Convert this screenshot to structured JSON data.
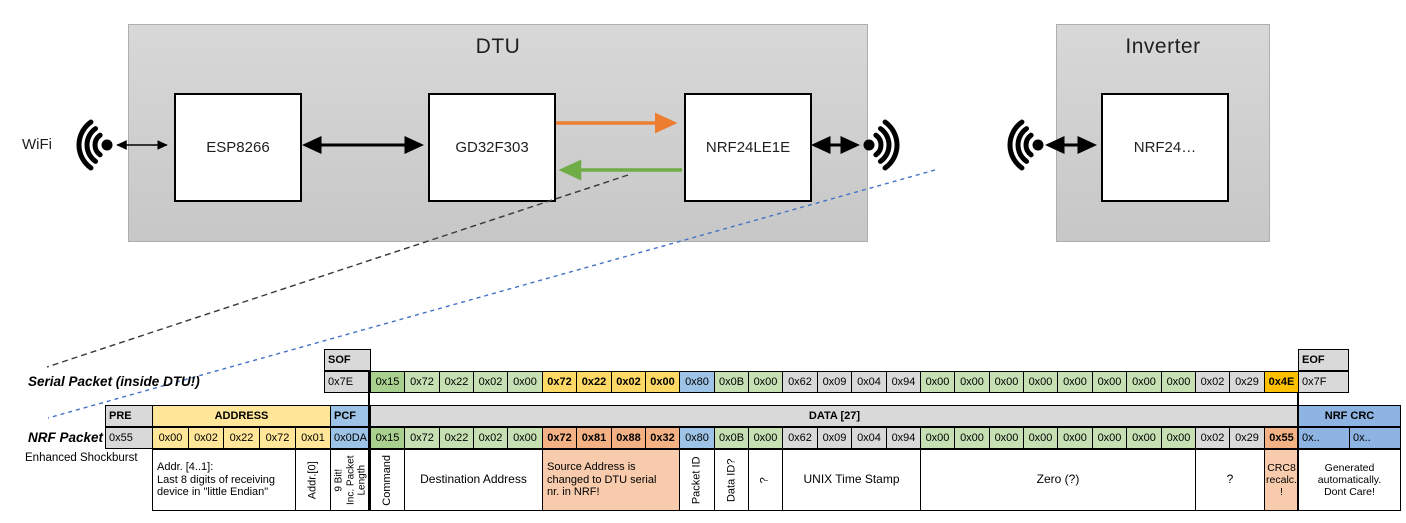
{
  "colors": {
    "green_dark": "#A9D08E",
    "green_light": "#C6E0B4",
    "yellow_bold": "#FFD966",
    "yellow_header": "#FFE699",
    "blue_cell": "#9DC3E6",
    "blue_crc": "#8DB4E2",
    "gray_cell": "#D9D9D9",
    "orange_bold": "#F4B183",
    "salmon_note": "#F8CBAD",
    "gold_bold": "#FFC000",
    "arrow_black": "#000000",
    "arrow_orange": "#ED7D31",
    "arrow_green": "#70AD47",
    "dashed_black": "#383838",
    "dashed_blue": "#4472C4"
  },
  "diagram": {
    "wifi_label": "WiFi",
    "dtu": {
      "title": "DTU",
      "components": [
        "ESP8266",
        "GD32F303",
        "NRF24LE1E"
      ]
    },
    "inverter": {
      "title": "Inverter",
      "components": [
        "NRF24…"
      ]
    }
  },
  "serial_packet": {
    "label": "Serial Packet (inside DTU!)",
    "sof_header": "SOF",
    "sof_value": "0x7E",
    "eof_header": "EOF",
    "eof_value": "0x7F",
    "bytes": [
      {
        "v": "0x15",
        "c": "green_dark"
      },
      {
        "v": "0x72",
        "c": "green_light"
      },
      {
        "v": "0x22",
        "c": "green_light"
      },
      {
        "v": "0x02",
        "c": "green_light"
      },
      {
        "v": "0x00",
        "c": "green_light"
      },
      {
        "v": "0x72",
        "c": "yellow_bold",
        "b": true
      },
      {
        "v": "0x22",
        "c": "yellow_bold",
        "b": true
      },
      {
        "v": "0x02",
        "c": "yellow_bold",
        "b": true
      },
      {
        "v": "0x00",
        "c": "yellow_bold",
        "b": true
      },
      {
        "v": "0x80",
        "c": "blue_cell"
      },
      {
        "v": "0x0B",
        "c": "green_light"
      },
      {
        "v": "0x00",
        "c": "green_light"
      },
      {
        "v": "0x62",
        "c": "gray_cell"
      },
      {
        "v": "0x09",
        "c": "gray_cell"
      },
      {
        "v": "0x04",
        "c": "gray_cell"
      },
      {
        "v": "0x94",
        "c": "gray_cell"
      },
      {
        "v": "0x00",
        "c": "green_light"
      },
      {
        "v": "0x00",
        "c": "green_light"
      },
      {
        "v": "0x00",
        "c": "green_light"
      },
      {
        "v": "0x00",
        "c": "green_light"
      },
      {
        "v": "0x00",
        "c": "green_light"
      },
      {
        "v": "0x00",
        "c": "green_light"
      },
      {
        "v": "0x00",
        "c": "green_light"
      },
      {
        "v": "0x00",
        "c": "green_light"
      },
      {
        "v": "0x02",
        "c": "gray_cell"
      },
      {
        "v": "0x29",
        "c": "gray_cell"
      },
      {
        "v": "0x4E",
        "c": "gold_bold",
        "b": true
      }
    ]
  },
  "nrf_packet": {
    "label": "NRF Packet",
    "sublabel": "Enhanced Shockburst",
    "pre_header": "PRE",
    "pre_value": "0x55",
    "address_header": "ADDRESS",
    "address_values": [
      "0x00",
      "0x02",
      "0x22",
      "0x72",
      "0x01"
    ],
    "pcf_header": "PCF",
    "pcf_value": "0x0DA",
    "data_header": "DATA [27]",
    "crc_header": "NRF CRC",
    "crc_values": [
      "0x..",
      "0x.."
    ],
    "bytes": [
      {
        "v": "0x15",
        "c": "green_dark"
      },
      {
        "v": "0x72",
        "c": "green_light"
      },
      {
        "v": "0x22",
        "c": "green_light"
      },
      {
        "v": "0x02",
        "c": "green_light"
      },
      {
        "v": "0x00",
        "c": "green_light"
      },
      {
        "v": "0x72",
        "c": "orange_bold",
        "b": true
      },
      {
        "v": "0x81",
        "c": "orange_bold",
        "b": true
      },
      {
        "v": "0x88",
        "c": "orange_bold",
        "b": true
      },
      {
        "v": "0x32",
        "c": "orange_bold",
        "b": true
      },
      {
        "v": "0x80",
        "c": "blue_cell"
      },
      {
        "v": "0x0B",
        "c": "green_light"
      },
      {
        "v": "0x00",
        "c": "green_light"
      },
      {
        "v": "0x62",
        "c": "gray_cell"
      },
      {
        "v": "0x09",
        "c": "gray_cell"
      },
      {
        "v": "0x04",
        "c": "gray_cell"
      },
      {
        "v": "0x94",
        "c": "gray_cell"
      },
      {
        "v": "0x00",
        "c": "green_light"
      },
      {
        "v": "0x00",
        "c": "green_light"
      },
      {
        "v": "0x00",
        "c": "green_light"
      },
      {
        "v": "0x00",
        "c": "green_light"
      },
      {
        "v": "0x00",
        "c": "green_light"
      },
      {
        "v": "0x00",
        "c": "green_light"
      },
      {
        "v": "0x00",
        "c": "green_light"
      },
      {
        "v": "0x00",
        "c": "green_light"
      },
      {
        "v": "0x02",
        "c": "gray_cell"
      },
      {
        "v": "0x29",
        "c": "gray_cell"
      },
      {
        "v": "0x55",
        "c": "orange_bold",
        "b": true
      }
    ]
  },
  "annotations": {
    "addr": "Addr. [4..1]:\nLast 8 digits of receiving\ndevice in \"little Endian\"",
    "addr0": "Addr.[0]",
    "pcf": "9 Bit!\nInc. Packet\nLength",
    "command": "Command",
    "dest": "Destination Address",
    "source": "Source Address is\nchanged to DTU serial\nnr. in NRF!",
    "packet_id": "Packet ID",
    "data_id": "Data ID?",
    "q1": "?",
    "timestamp": "UNIX Time Stamp",
    "zero": "Zero (?)",
    "q2": "?",
    "crc8": "CRC8\nrecalc.\n!",
    "generated": "Generated\nautomatically.\nDont Care!"
  }
}
